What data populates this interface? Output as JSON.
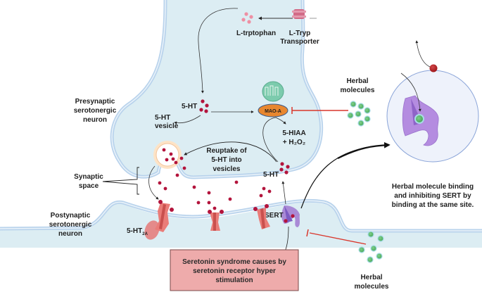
{
  "labels": {
    "l_tryptophan": "L-trptophan",
    "l_tryp_transporter": [
      "L-Tryp",
      "Transporter"
    ],
    "five_ht_top": "5-HT",
    "five_ht_vesicle": [
      "5-HT",
      "vesicle"
    ],
    "mao_a": "MAO-A",
    "five_hiaa": [
      "5-HIAA",
      "+ H₂O₂"
    ],
    "reuptake": [
      "Reuptake of",
      "5-HT into",
      "vesicles"
    ],
    "five_ht_lower": "5-HT",
    "sert": "SERT",
    "presynaptic": [
      "Presynaptic",
      "serotonergic",
      "neuron"
    ],
    "synaptic_space": [
      "Synaptic",
      "space"
    ],
    "postsynaptic": [
      "Postynaptic",
      "serotonergic",
      "neuron"
    ],
    "receptor": "5-HT",
    "receptor_sub": "2A",
    "herbal_top": [
      "Herbal",
      "molecules"
    ],
    "herbal_bottom": [
      "Herbal",
      "molecules"
    ],
    "inset_caption": [
      "Herbal molecule binding",
      "and inhibiting SERT by",
      "binding at the same site."
    ],
    "summary_box": [
      "Seretonin syndrome causes by",
      "seretonin receptor hyper",
      "stimulation"
    ]
  },
  "colors": {
    "neuron_fill": "#dcedf3",
    "membrane": "#b9d3ec",
    "serotonin": "#b3143c",
    "tryptophan": "#ee8fa3",
    "herbal": "#5cb86a",
    "mao_a": "#e8872f",
    "mitochondria": "#7ccbad",
    "sert": "#a98ad6",
    "receptor": "#e8706e",
    "inhibit": "#d9362b",
    "summary_box": "#eeabab",
    "inset_fill": "#eef2fb"
  }
}
